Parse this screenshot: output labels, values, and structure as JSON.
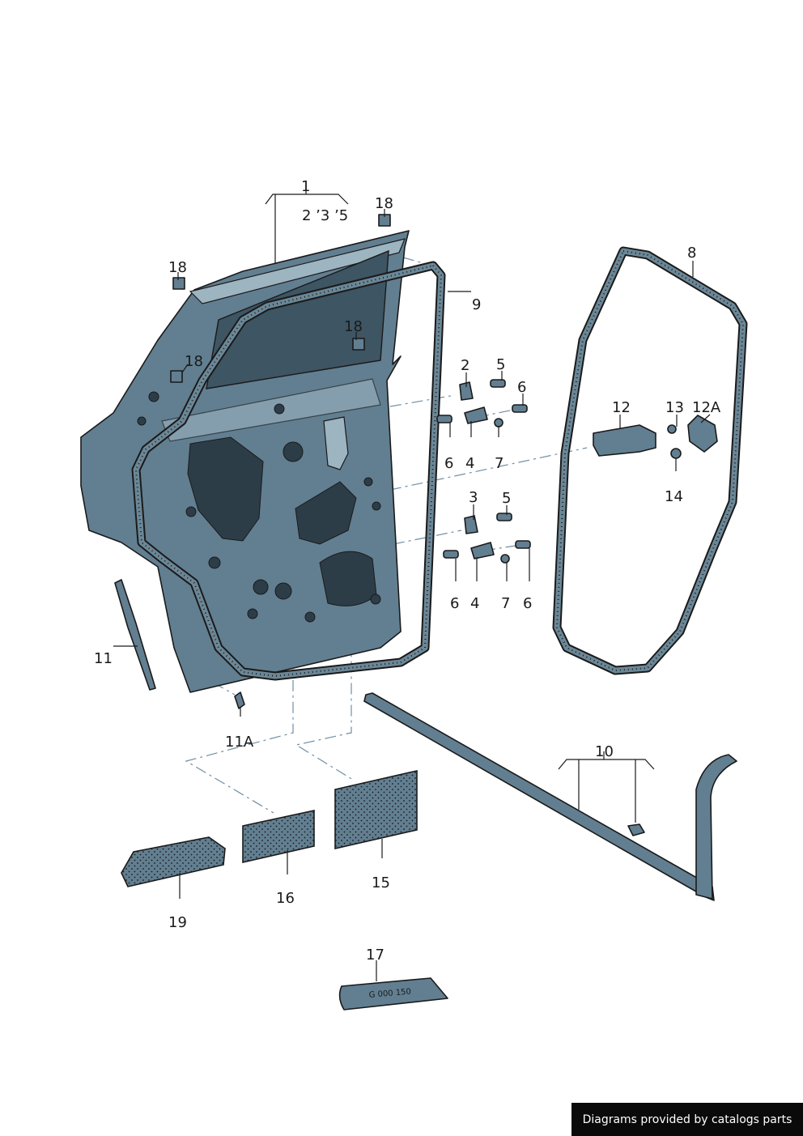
{
  "callouts": {
    "c1": "1",
    "c2_3_5": "2 ’3 ’5",
    "c18a": "18",
    "c18b": "18",
    "c18c": "18",
    "c18d": "18",
    "c9": "9",
    "c8": "8",
    "c2": "2",
    "c5a": "5",
    "c6a": "6",
    "c6b": "6",
    "c4a": "4",
    "c7a": "7",
    "c3": "3",
    "c5b": "5",
    "c6c": "6",
    "c4b": "4",
    "c7b": "7",
    "c6d": "6",
    "c12": "12",
    "c13": "13",
    "c12a": "12A",
    "c14": "14",
    "c11": "11",
    "c11a": "11A",
    "c10": "10",
    "c19": "19",
    "c16": "16",
    "c15": "15",
    "c17": "17"
  },
  "tube_label": "G 000 150",
  "footer": "Diagrams provided by catalogs parts",
  "colors": {
    "part_fill": "#627f91",
    "part_dark": "#3e5563",
    "outline": "#1a1a1a",
    "dash_line": "#6f8fa3",
    "footer_bg": "#0a0a0a"
  }
}
